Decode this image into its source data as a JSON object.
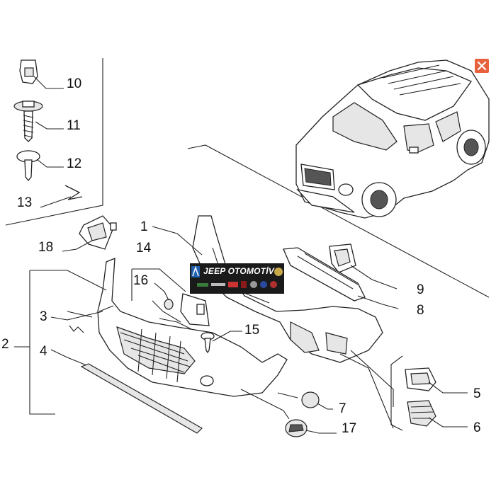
{
  "callouts": {
    "c1": "1",
    "c2": "2",
    "c3": "3",
    "c4": "4",
    "c5": "5",
    "c6": "6",
    "c7": "7",
    "c8": "8",
    "c9": "9",
    "c10": "10",
    "c11": "11",
    "c12": "12",
    "c13": "13",
    "c14": "14",
    "c15": "15",
    "c16": "16",
    "c17": "17",
    "c18": "18"
  },
  "watermark": {
    "text": "JEEP OTOMOTİV"
  },
  "colors": {
    "close_button": "#e8613c",
    "line": "#222222",
    "background": "#ffffff"
  },
  "icons": {
    "close": "close-icon"
  }
}
